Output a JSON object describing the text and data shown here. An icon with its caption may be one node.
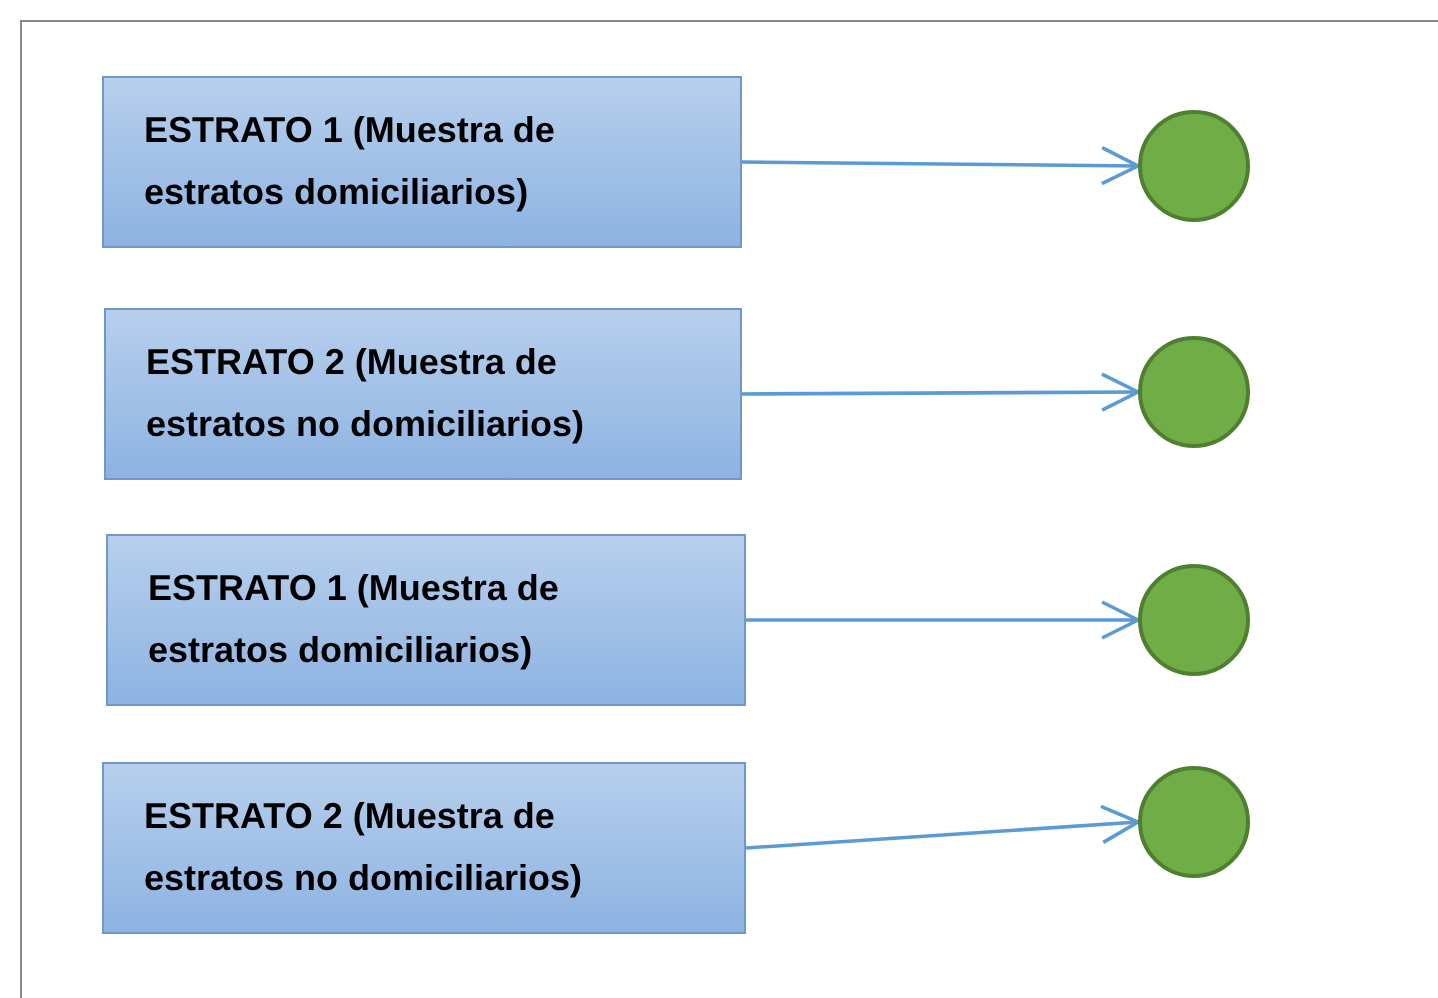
{
  "diagram": {
    "nodes": [
      {
        "text": [
          "ESTRATO 1 (Muestra de estratos domiciliarios)"
        ]
      },
      {
        "text": [],
        "shape": "circle"
      },
      {
        "text": [
          "ESTRATO 2 (Muestra de estratos no domiciliarios)"
        ]
      },
      {
        "text": [],
        "shape": "circle"
      },
      {
        "text": [
          "ESTRATO 1 (Muestra de estratos domiciliarios)"
        ]
      },
      {
        "text": [],
        "shape": "circle"
      },
      {
        "text": [
          "ESTRATO 2 (Muestra de estratos no domiciliarios)"
        ]
      },
      {
        "text": [],
        "shape": "circle"
      }
    ],
    "edges": [
      {
        "from": 0,
        "to": 1,
        "arrow": "to"
      },
      {
        "from": 2,
        "to": 3,
        "arrow": "to"
      },
      {
        "from": 4,
        "to": 5,
        "arrow": "to"
      },
      {
        "from": 6,
        "to": 7,
        "arrow": "to"
      }
    ]
  }
}
